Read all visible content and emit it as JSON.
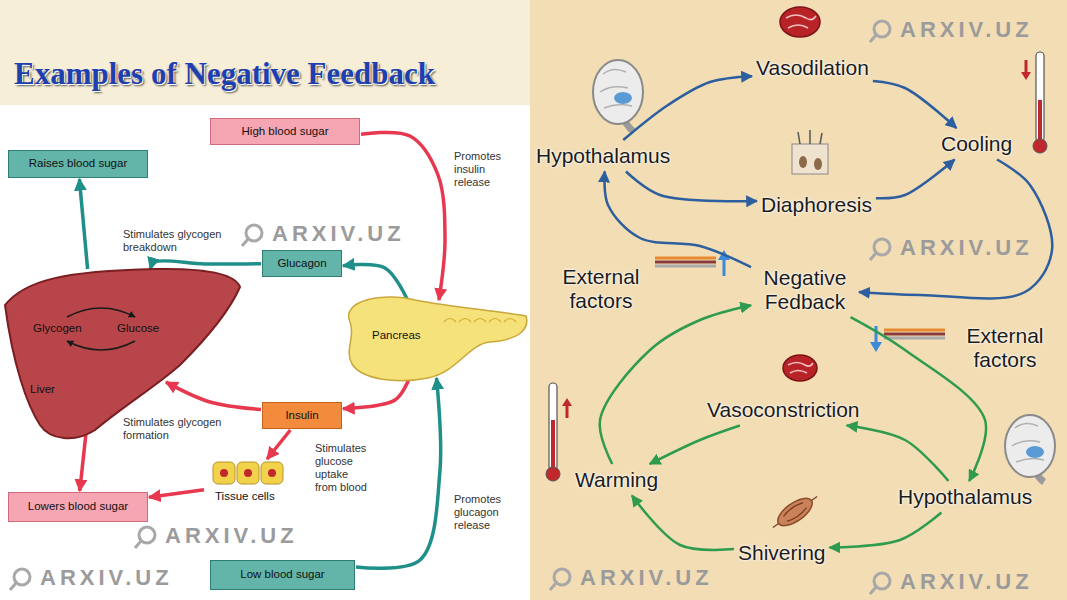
{
  "diagram": {
    "title": "Examples of Negative Feedback",
    "nodes": [
      {
        "text": [
          "High blood sugar"
        ]
      },
      {
        "text": [
          "Raises blood sugar"
        ]
      },
      {
        "text": [
          "Glucagon"
        ]
      },
      {
        "text": [
          "Pancreas"
        ]
      },
      {
        "text": [
          "Glycogen",
          "Glucose",
          "Liver"
        ]
      },
      {
        "text": [
          "Insulin"
        ]
      },
      {
        "text": [
          "Tissue cells"
        ]
      },
      {
        "text": [
          "Lowers blood sugar"
        ]
      },
      {
        "text": [
          "Low blood sugar"
        ]
      },
      {
        "text": [
          "Hypothalamus"
        ]
      },
      {
        "text": [
          "Vasodilation"
        ]
      },
      {
        "text": [
          "Cooling"
        ]
      },
      {
        "text": [
          "Diaphoresis"
        ]
      },
      {
        "text": [
          "External factors"
        ]
      },
      {
        "text": [
          "Negative Fedback"
        ]
      },
      {
        "text": [
          "External factors"
        ]
      },
      {
        "text": [
          "Vasoconstriction"
        ]
      },
      {
        "text": [
          "Warming"
        ]
      },
      {
        "text": [
          "Hypothalamus"
        ]
      },
      {
        "text": [
          "Shivering"
        ]
      }
    ],
    "edges": [
      {
        "from": 0,
        "to": 3,
        "arrow": "to",
        "label": "Promotes insulin release"
      },
      {
        "from": 3,
        "to": 2,
        "arrow": "to"
      },
      {
        "from": 2,
        "to": 4,
        "arrow": "to",
        "label": "Stimulates glycogen breakdown"
      },
      {
        "from": 3,
        "to": 5,
        "arrow": "to"
      },
      {
        "from": 5,
        "to": 4,
        "arrow": "to",
        "label": "Stimulates glycogen formation"
      },
      {
        "from": 5,
        "to": 6,
        "arrow": "to",
        "label": "Stimulates glucose uptake from blood"
      },
      {
        "from": 6,
        "to": 7,
        "arrow": "to"
      },
      {
        "from": 4,
        "to": 1,
        "arrow": "to"
      },
      {
        "from": 4,
        "to": 7,
        "arrow": "to"
      },
      {
        "from": 8,
        "to": 3,
        "arrow": "to",
        "label": "Promotes glucagon release"
      },
      {
        "from": 9,
        "to": 10,
        "arrow": "to"
      },
      {
        "from": 9,
        "to": 12,
        "arrow": "to"
      },
      {
        "from": 10,
        "to": 11,
        "arrow": "to"
      },
      {
        "from": 12,
        "to": 11,
        "arrow": "to"
      },
      {
        "from": 11,
        "to": 14,
        "arrow": "to"
      },
      {
        "from": 14,
        "to": 9,
        "arrow": "to"
      },
      {
        "from": 14,
        "to": 18,
        "arrow": "to"
      },
      {
        "from": 18,
        "to": 16,
        "arrow": "to"
      },
      {
        "from": 18,
        "to": 19,
        "arrow": "to"
      },
      {
        "from": 16,
        "to": 17,
        "arrow": "to"
      },
      {
        "from": 19,
        "to": 17,
        "arrow": "to"
      },
      {
        "from": 17,
        "to": 14,
        "arrow": "to"
      }
    ],
    "labels": [
      "ARXIV.UZ",
      "ARXIV.UZ",
      "ARXIV.UZ",
      "ARXIV.UZ",
      "ARXIV.UZ",
      "ARXIV.UZ",
      "ARXIV.UZ"
    ]
  }
}
